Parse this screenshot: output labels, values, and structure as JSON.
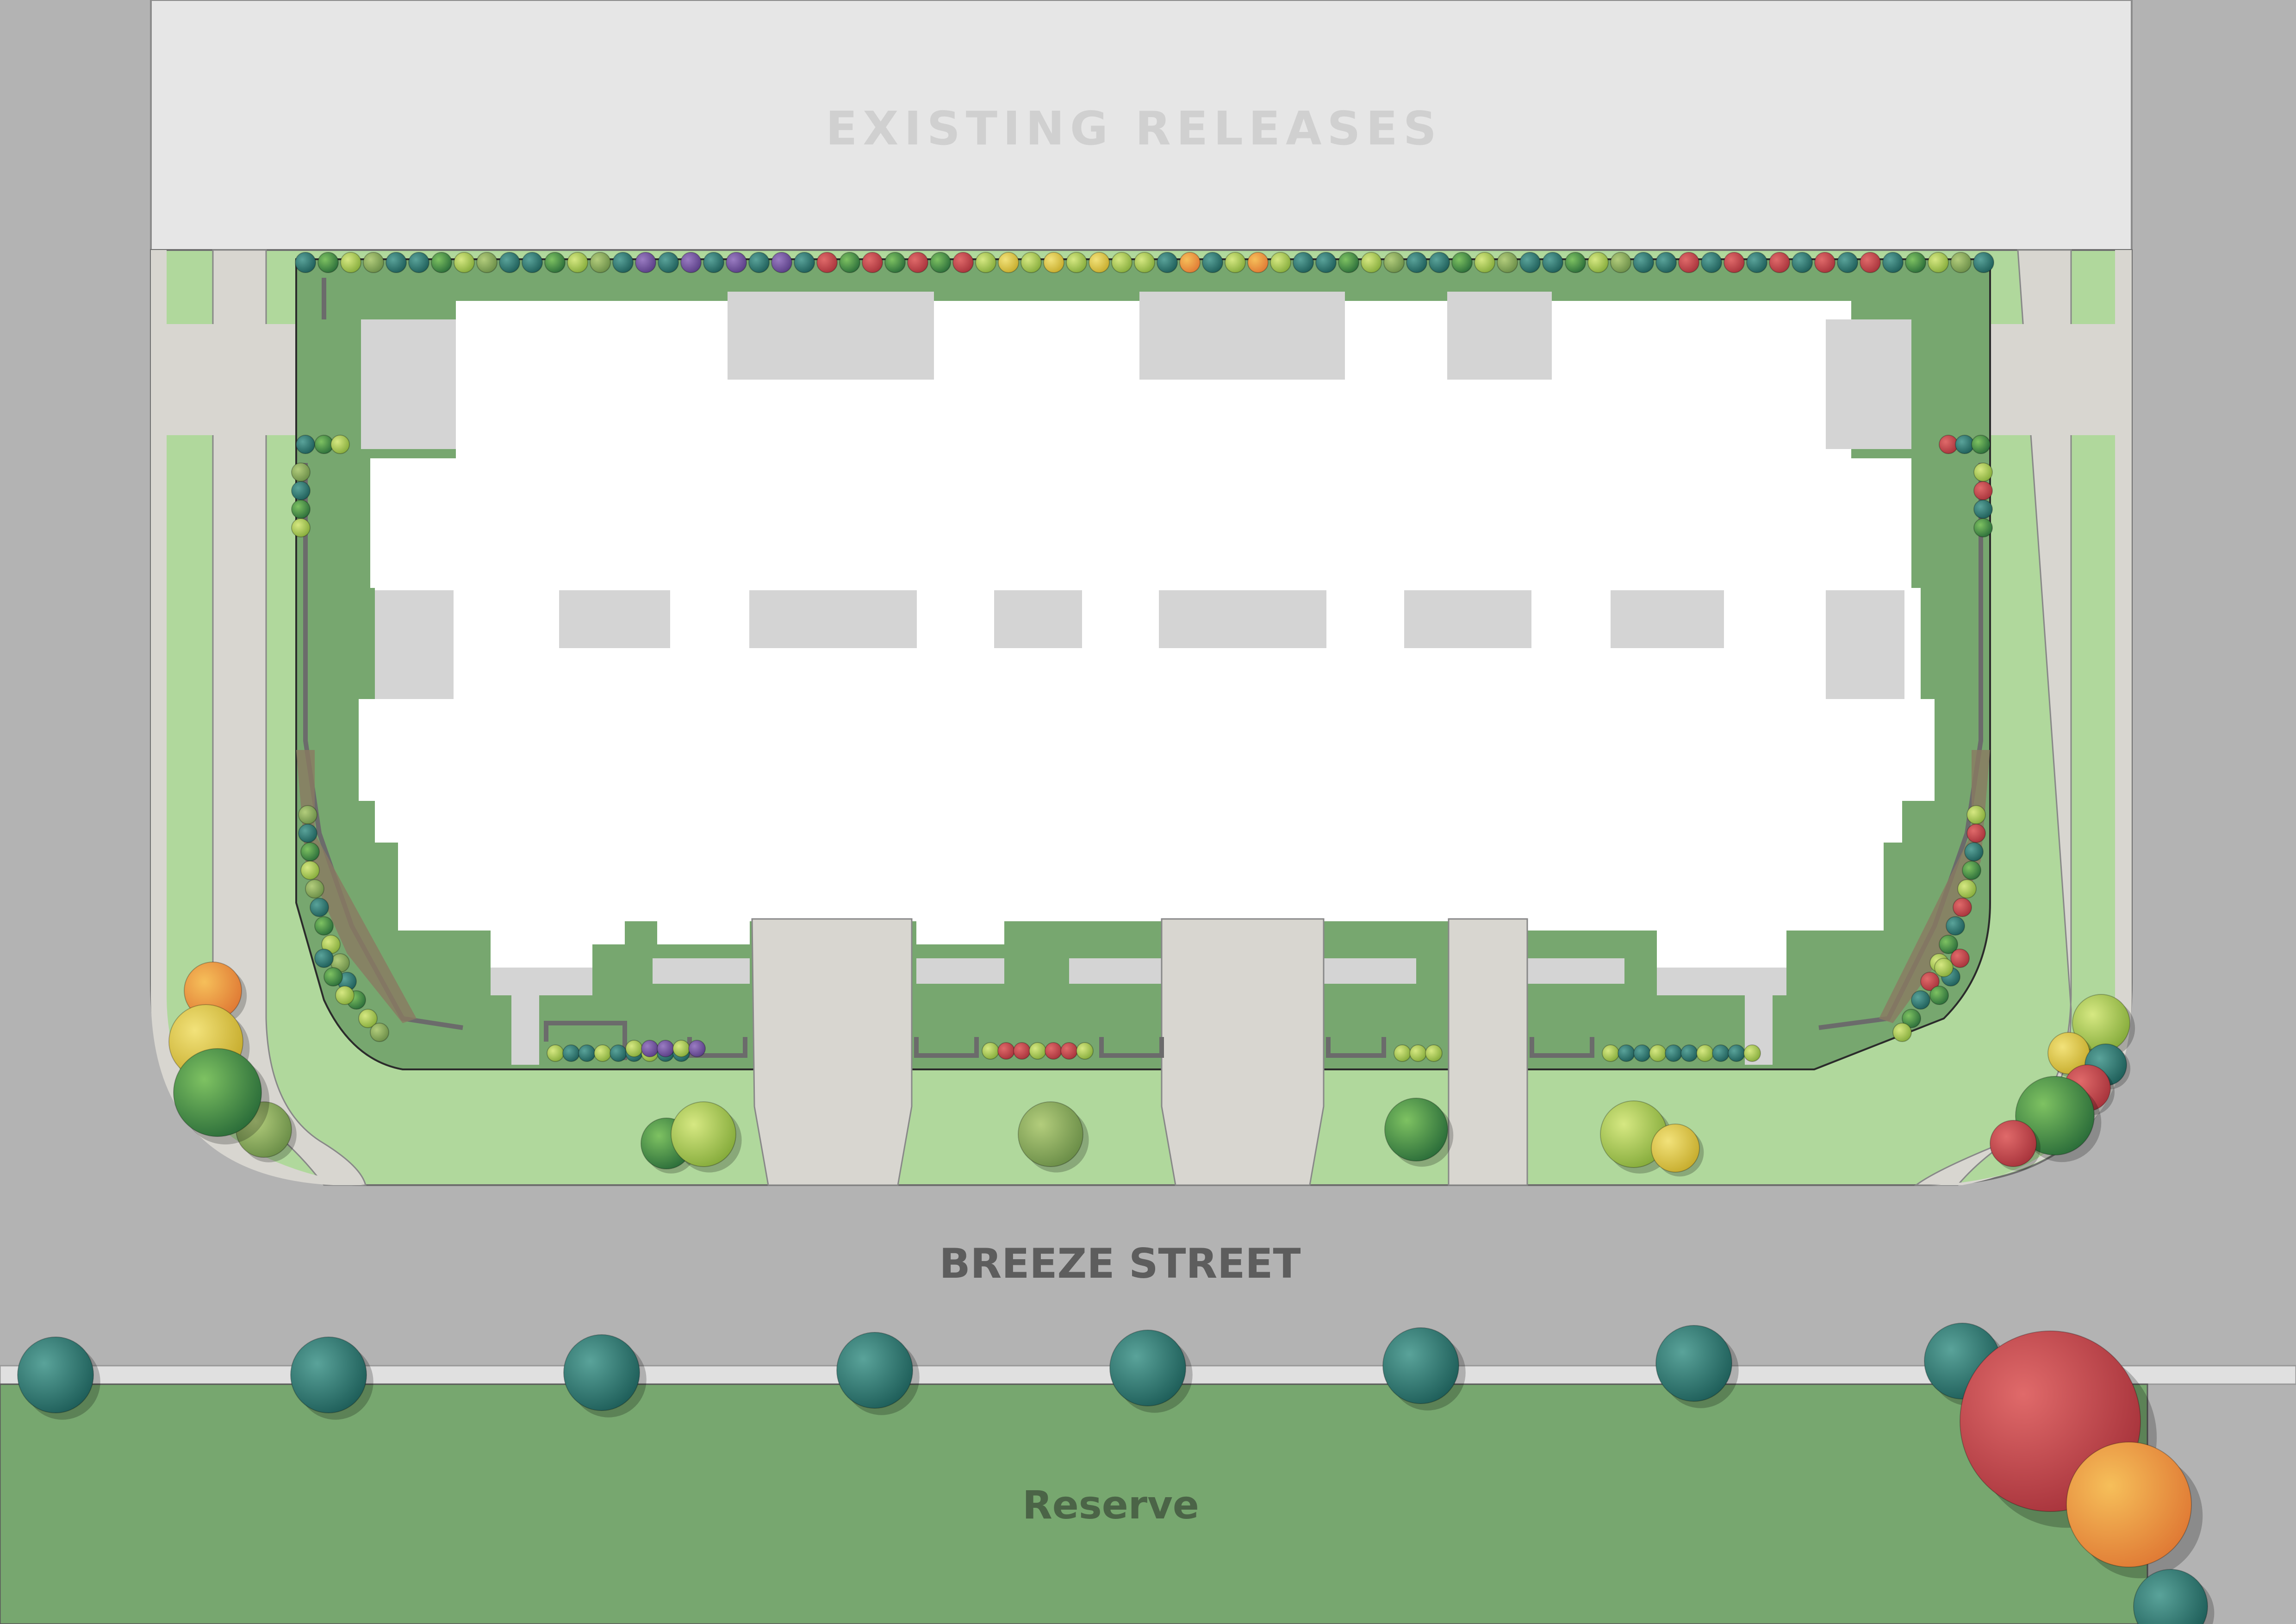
{
  "labels": {
    "existing": "EXISTING RELEASES",
    "street": "BREEZE STREET",
    "reserve": "Reserve"
  },
  "colors": {
    "road": "#b3b3b3",
    "lawn": "#77a76f",
    "verge": "#b0d89c",
    "footpath": "#d8d6d0",
    "building": "#ffffff",
    "roof_detail": "#d4d4d4",
    "existing_block": "#e6e6e6",
    "existing_label": "#d0d0d0",
    "street_label": "#5d5d5d",
    "reserve_label": "#4b6447"
  },
  "icons": {
    "tree": "tree-icon",
    "shrub": "shrub-icon"
  }
}
